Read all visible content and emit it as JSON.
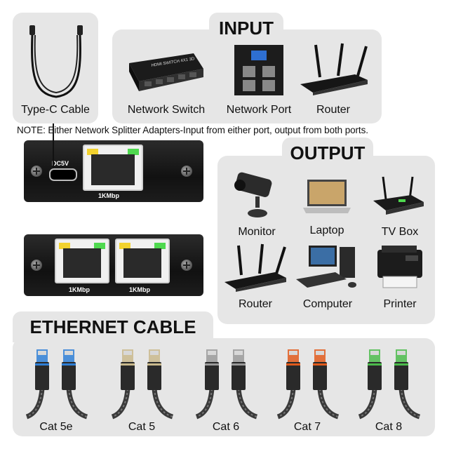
{
  "input_section": {
    "title": "INPUT",
    "items": [
      {
        "label": "Network Switch",
        "icon": "network-switch-icon"
      },
      {
        "label": "Network Port",
        "icon": "network-port-icon"
      },
      {
        "label": "Router",
        "icon": "router-icon"
      }
    ]
  },
  "cable": {
    "label": "Type-C Cable",
    "icon": "usb-c-cable-icon"
  },
  "note": "NOTE: Either Network Splitter Adapters-Input from either port, output from both ports.",
  "adapter_top": {
    "port_label": "1KMbp",
    "power_label": "DC5V"
  },
  "adapter_bottom": {
    "port_labels": [
      "1KMbp",
      "1KMbp"
    ]
  },
  "output_section": {
    "title": "OUTPUT",
    "items": [
      {
        "label": "Monitor",
        "icon": "camera-icon"
      },
      {
        "label": "Laptop",
        "icon": "laptop-icon"
      },
      {
        "label": "TV Box",
        "icon": "tv-box-icon"
      },
      {
        "label": "Router",
        "icon": "router-icon"
      },
      {
        "label": "Computer",
        "icon": "computer-icon"
      },
      {
        "label": "Printer",
        "icon": "printer-icon"
      }
    ]
  },
  "ethernet_section": {
    "title": "ETHERNET CABLE",
    "cables": [
      {
        "label": "Cat 5e",
        "color": "#2f7fd6"
      },
      {
        "label": "Cat 5",
        "color": "#c9b98c"
      },
      {
        "label": "Cat 6",
        "color": "#9a9a9a"
      },
      {
        "label": "Cat 7",
        "color": "#e05a1c"
      },
      {
        "label": "Cat 8",
        "color": "#4cbb4c"
      }
    ]
  }
}
